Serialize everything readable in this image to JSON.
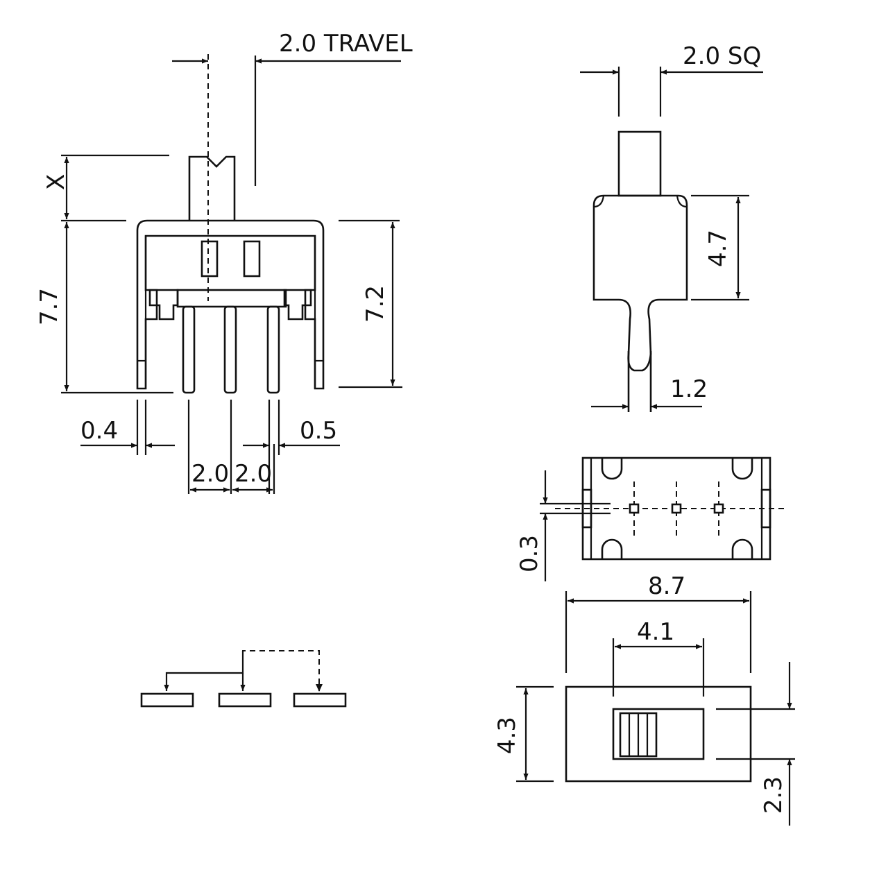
{
  "front_view": {
    "travel_label": "2.0 TRAVEL",
    "x_label": "X",
    "height_left_label": "7.7",
    "height_right_label": "7.2",
    "lead_width_left_label": "0.4",
    "lead_width_right_label": "0.5",
    "pitch_left_label": "2.0",
    "pitch_right_label": "2.0"
  },
  "side_view": {
    "actuator_label": "2.0 SQ",
    "body_height_label": "4.7",
    "pin_width_label": "1.2"
  },
  "bottom_view": {
    "offset_label": "0.3"
  },
  "top_view": {
    "length_label": "8.7",
    "slot_label": "4.1",
    "width_label": "4.3",
    "slot_offset_label": "2.3"
  },
  "colors": {
    "line": "#111111",
    "background": "#ffffff"
  }
}
